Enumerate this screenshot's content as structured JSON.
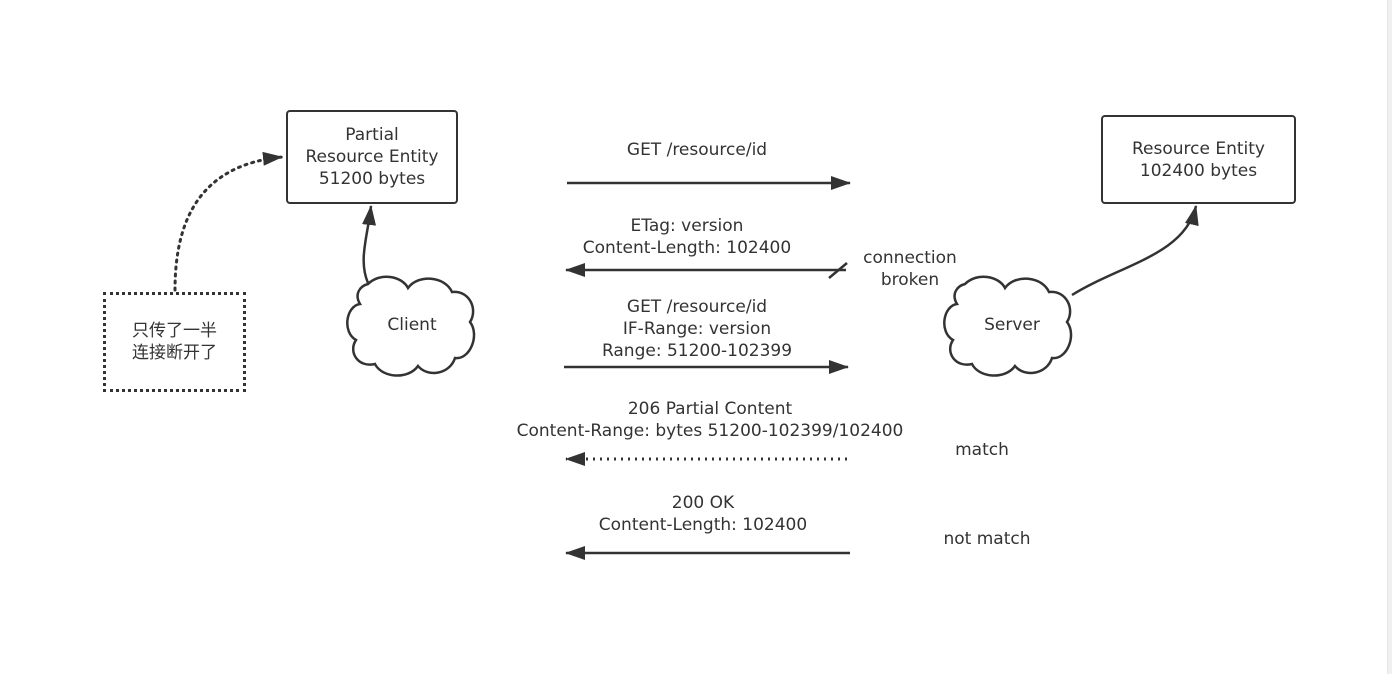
{
  "diagram": {
    "partial_entity": {
      "lines": [
        "Partial",
        "Resource Entity",
        "51200 bytes"
      ]
    },
    "full_entity": {
      "lines": [
        "Resource Entity",
        "102400 bytes"
      ]
    },
    "note": {
      "lines": [
        "只传了一半",
        "连接断开了"
      ]
    },
    "client_label": "Client",
    "server_label": "Server",
    "messages": [
      {
        "id": "req1",
        "direction": "client-to-server",
        "style": "solid",
        "lines": [
          "GET /resource/id"
        ]
      },
      {
        "id": "resp1",
        "direction": "server-to-client",
        "style": "solid-broken",
        "lines": [
          "ETag: version",
          "Content-Length: 102400"
        ],
        "annotation": [
          "connection",
          "broken"
        ]
      },
      {
        "id": "req2",
        "direction": "client-to-server",
        "style": "solid",
        "lines": [
          "GET /resource/id",
          "IF-Range: version",
          "Range: 51200-102399"
        ]
      },
      {
        "id": "resp2",
        "direction": "server-to-client",
        "style": "dotted",
        "lines": [
          "206 Partial Content",
          "Content-Range: bytes 51200-102399/102400"
        ],
        "annotation": [
          "match"
        ]
      },
      {
        "id": "resp3",
        "direction": "server-to-client",
        "style": "solid",
        "lines": [
          "200 OK",
          "Content-Length: 102400"
        ],
        "annotation": [
          "not match"
        ]
      }
    ],
    "colors": {
      "stroke": "#333333",
      "text": "#333333",
      "background": "#ffffff"
    }
  }
}
